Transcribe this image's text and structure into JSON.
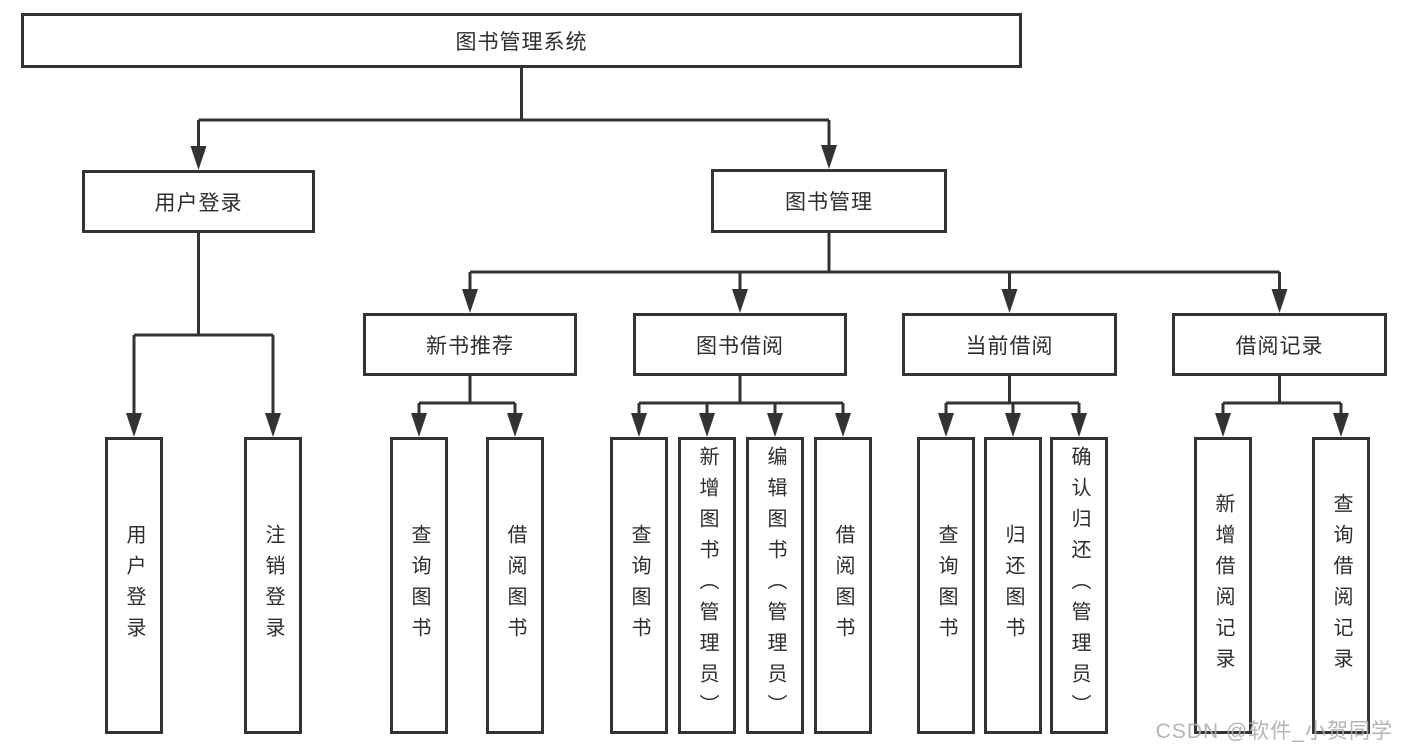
{
  "tree": {
    "root": "图书管理系统",
    "level2": [
      "用户登录",
      "图书管理"
    ],
    "level3": [
      "新书推荐",
      "图书借阅",
      "当前借阅",
      "借阅记录"
    ],
    "leaves": {
      "login": [
        "用户登录",
        "注销登录"
      ],
      "recommend": [
        "查询图书",
        "借阅图书"
      ],
      "borrow": [
        "查询图书",
        "新增图书（管理员）",
        "编辑图书（管理员）",
        "借阅图书"
      ],
      "current": [
        "查询图书",
        "归还图书",
        "确认归还（管理员）"
      ],
      "records": [
        "新增借阅记录",
        "查询借阅记录"
      ]
    },
    "colors": {
      "line": "#333333",
      "text": "#2d2d2d",
      "box_fill": "#ffffff",
      "watermark": "#a9aeb3"
    }
  },
  "watermark": "CSDN @软件_小贺同学"
}
